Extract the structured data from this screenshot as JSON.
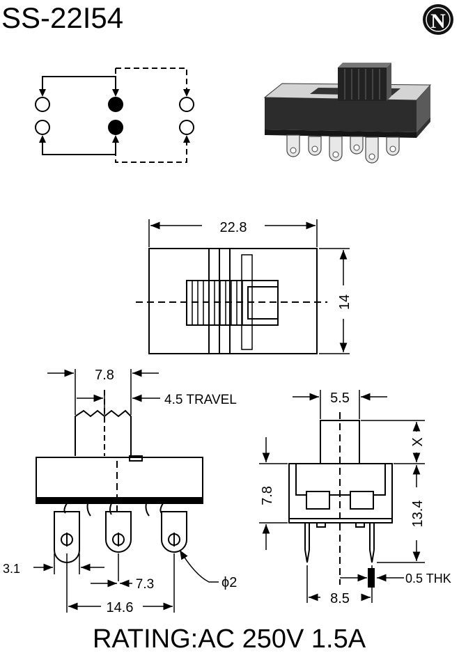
{
  "title": "SS-22I54",
  "logo_letter": "N",
  "dimensions": {
    "body_length": "22.8",
    "body_width": "14",
    "actuator_span": "7.8",
    "travel": "4.5 TRAVEL",
    "actuator_width": "5.5",
    "x_label": "X",
    "body_height": "7.8",
    "pin_length": "13.4",
    "pin_offset": "3.1",
    "pin_pitch": "7.3",
    "hole_diameter": "ϕ2",
    "pin_span": "14.6",
    "pin_row_span": "8.5",
    "thickness": "0.5 THK"
  },
  "rating": "RATING:AC 250V 1.5A"
}
